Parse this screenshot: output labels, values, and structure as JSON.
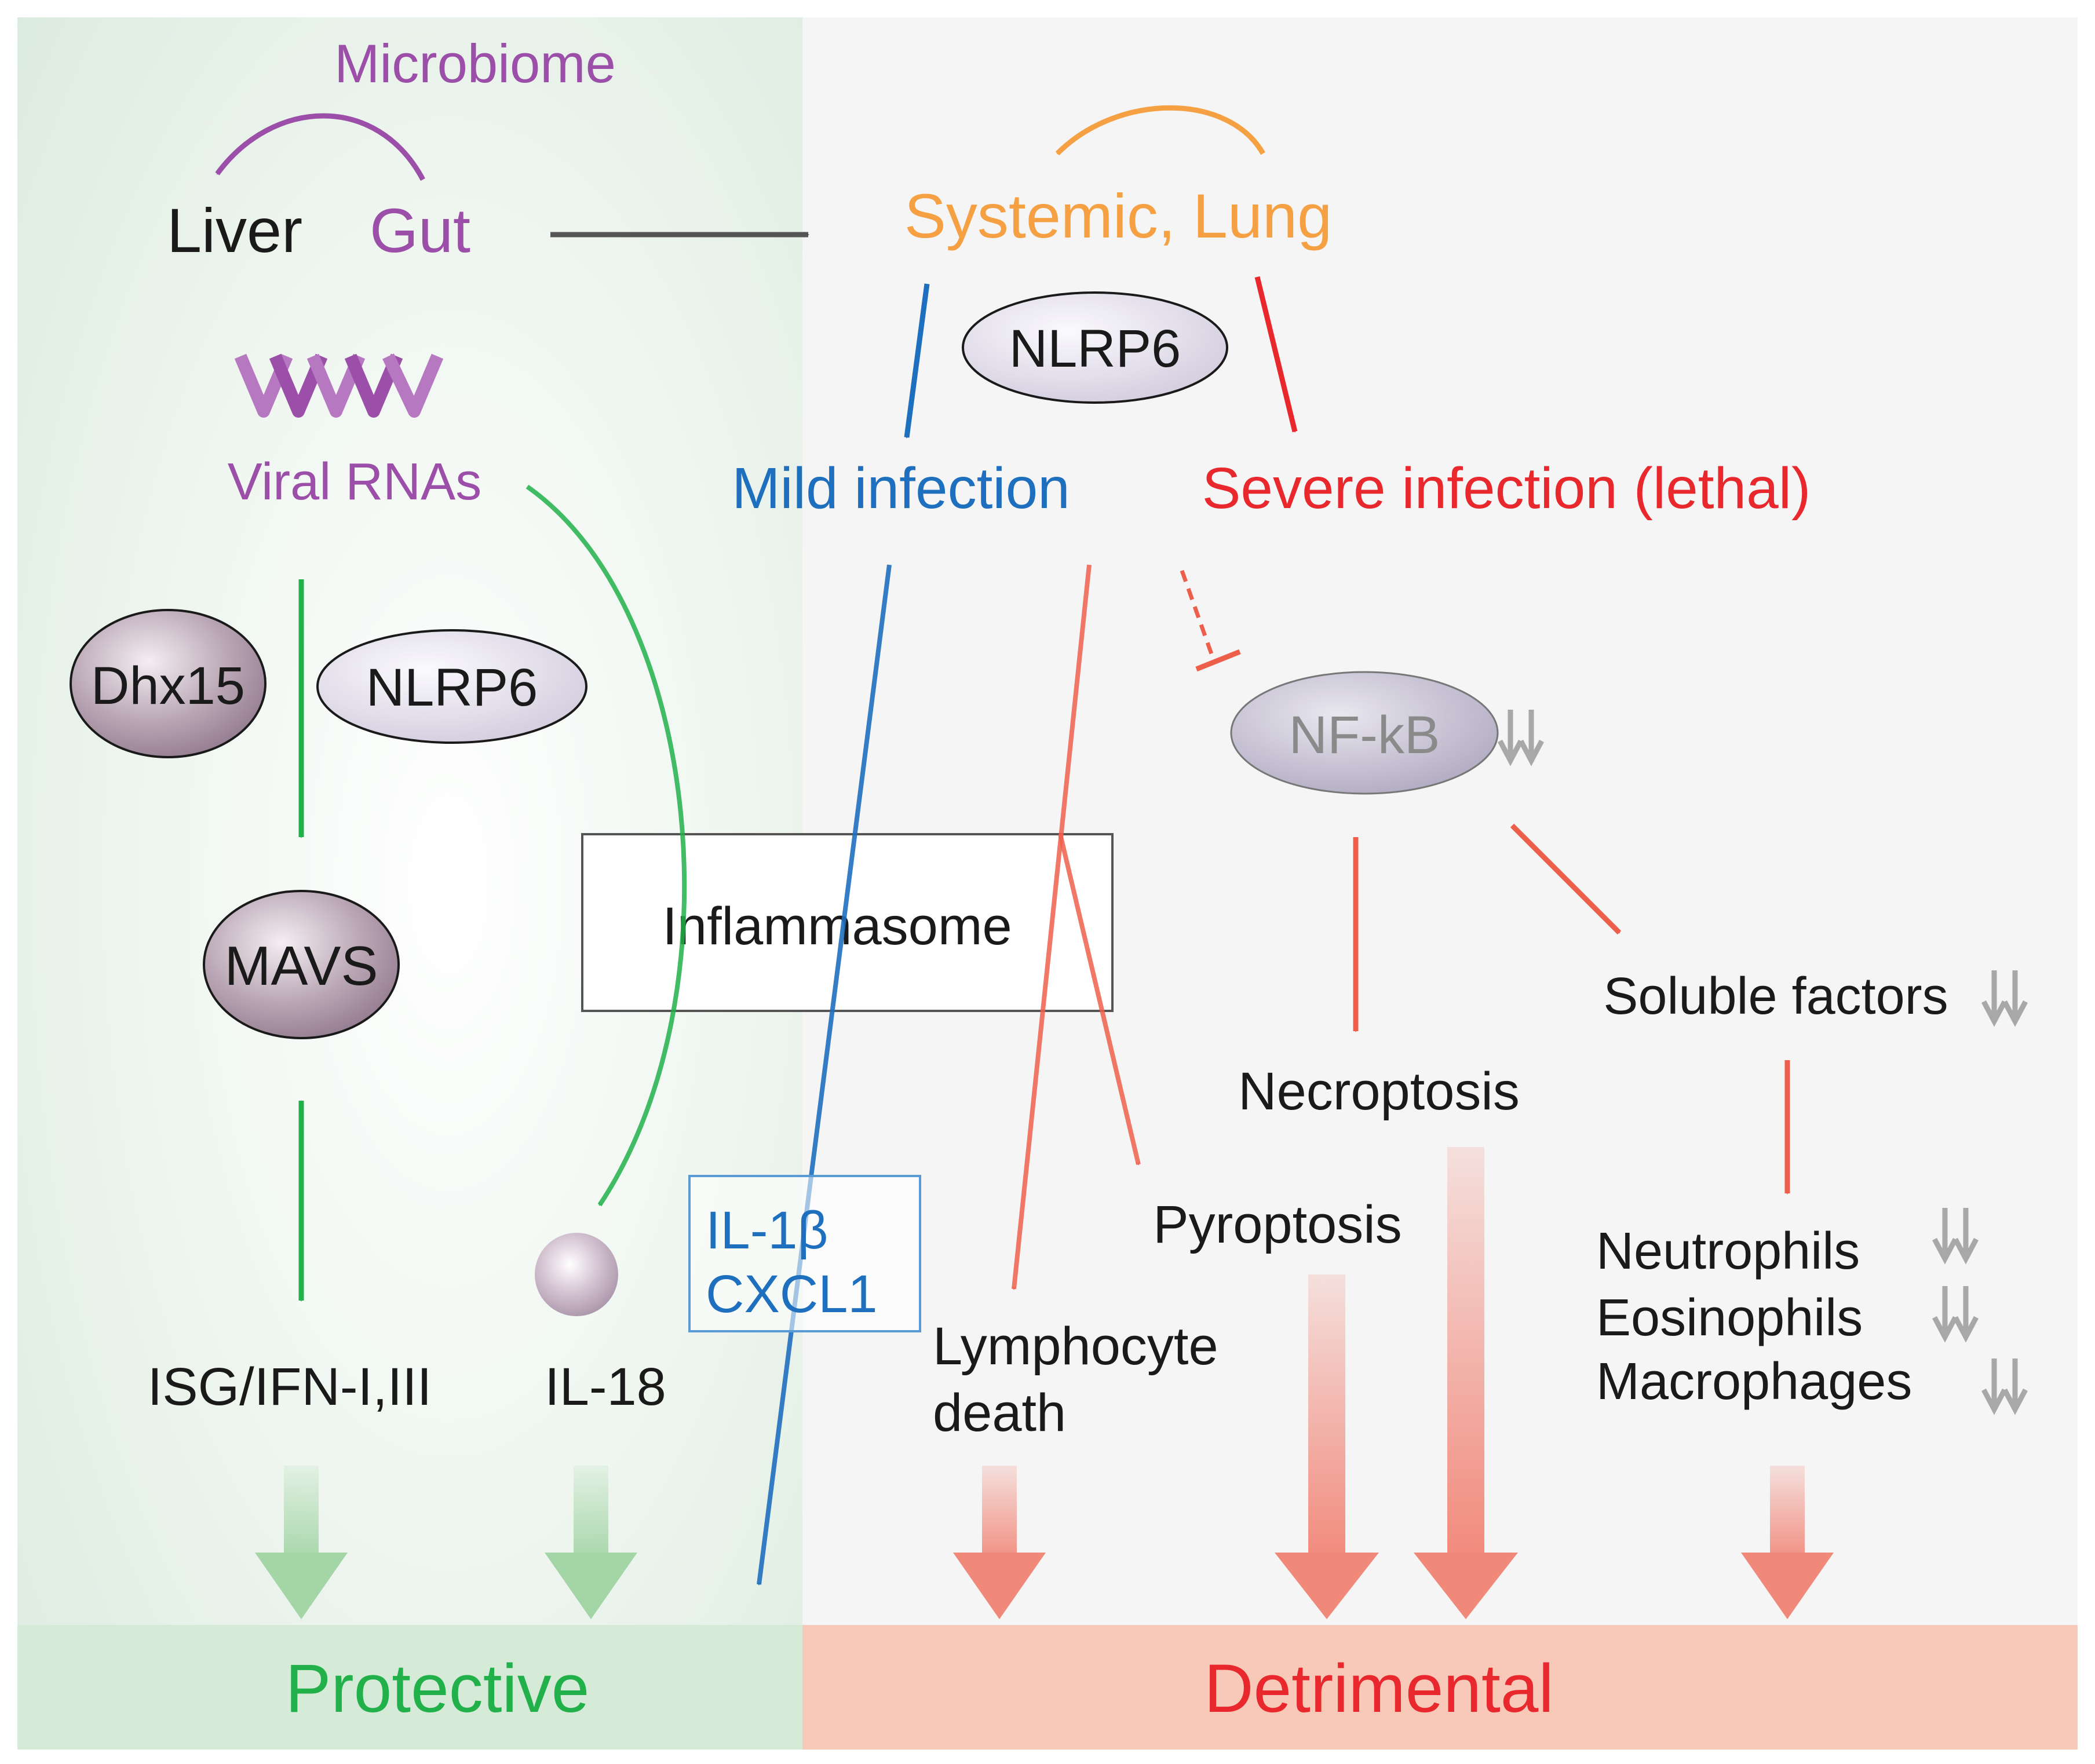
{
  "colors": {
    "green": "#22b04b",
    "blue": "#1f6fbf",
    "red": "#e8282c",
    "salmon": "#ee5f4b",
    "orange": "#f5a043",
    "purple": "#9c4fa8",
    "gray_arrow": "#a8a8a8",
    "protective_bg": "#d5ebd8",
    "detrimental_bg": "#f8c9b9"
  },
  "labels": {
    "microbiome": "Microbiome",
    "liver": "Liver",
    "gut": "Gut",
    "systemic_lung": "Systemic, Lung",
    "nlrp6_top": "NLRP6",
    "mild_infection": "Mild infection",
    "severe_infection": "Severe infection (lethal)",
    "viral_rnas": "Viral RNAs",
    "dhx15": "Dhx15",
    "nlrp6_left": "NLRP6",
    "mavs": "MAVS",
    "nfkb": "NF-kB",
    "inflammasome": "Inflammasome",
    "il1b_line1": "IL-1β",
    "il1b_line2": "CXCL1",
    "isg": "ISG/IFN-I,III",
    "il18": "IL-18",
    "lymphocyte_line1": "Lymphocyte",
    "lymphocyte_line2": "death",
    "pyroptosis": "Pyroptosis",
    "necroptosis": "Necroptosis",
    "soluble_factors": "Soluble factors",
    "neutrophils": "Neutrophils",
    "eosinophils": "Eosinophils",
    "macrophages": "Macrophages",
    "protective": "Protective",
    "detrimental": "Detrimental"
  },
  "icons": {
    "viral_rna": "rna-strand-icon",
    "downregulation": "double-down-arrow-icon"
  }
}
